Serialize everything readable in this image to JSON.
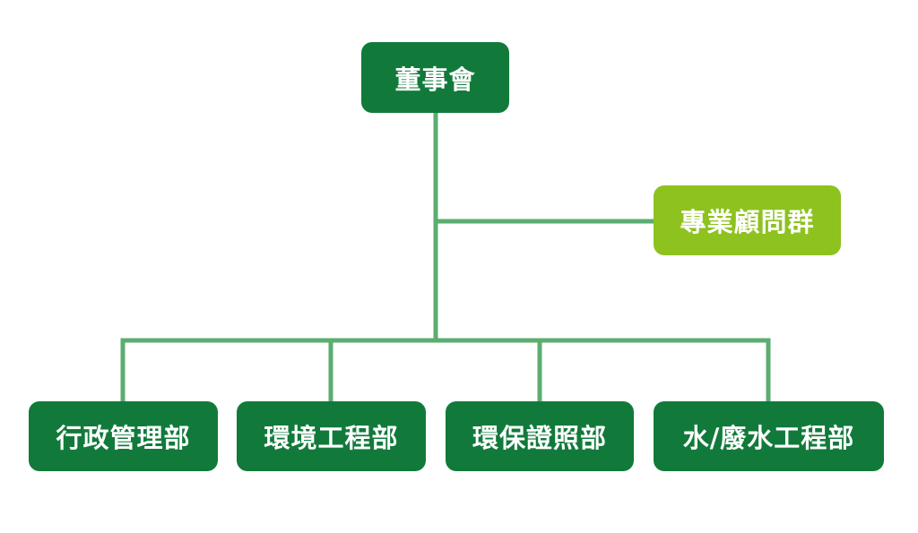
{
  "org_chart": {
    "root": {
      "label": "董事會"
    },
    "advisor": {
      "label": "專業顧問群"
    },
    "departments": [
      {
        "label": "行政管理部"
      },
      {
        "label": "環境工程部"
      },
      {
        "label": "環保證照部"
      },
      {
        "label": "水/廢水工程部"
      }
    ]
  },
  "colors": {
    "node_primary": "#117a3b",
    "node_advisor": "#8dc21f",
    "connector": "#5aae70",
    "text": "#ffffff"
  }
}
